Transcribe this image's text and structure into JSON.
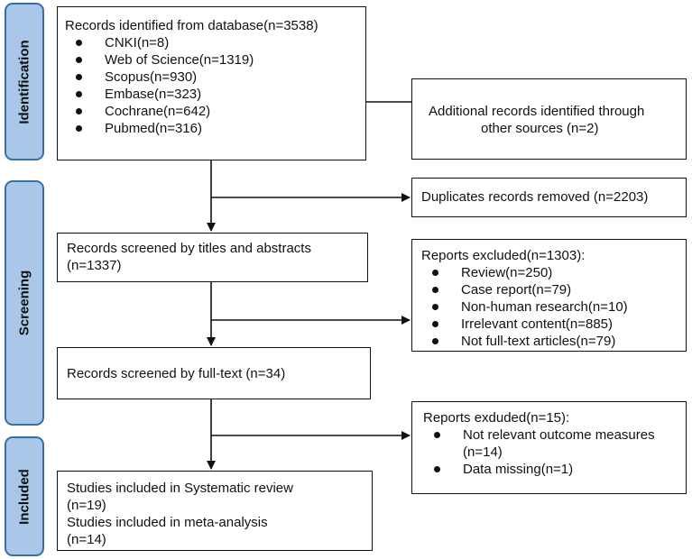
{
  "phases": {
    "identification": "Identification",
    "screening": "Screening",
    "included": "Included"
  },
  "boxes": {
    "records_identified": {
      "title": "Records identified from database(n=3538)",
      "items": [
        "CNKI(n=8)",
        "Web of Science(n=1319)",
        "Scopus(n=930)",
        "Embase(n=323)",
        "Cochrane(n=642)",
        "Pubmed(n=316)"
      ]
    },
    "additional_records": {
      "line1": "Additional records identified through",
      "line2": "other sources (n=2)"
    },
    "duplicates_removed": {
      "text": "Duplicates records removed (n=2203)"
    },
    "screened_titles": {
      "line1": "Records screened by titles and abstracts",
      "line2": "(n=1337)"
    },
    "reports_excluded": {
      "title": "Reports excluded(n=1303):",
      "items": [
        "Review(n=250)",
        "Case report(n=79)",
        "Non-human research(n=10)",
        "Irrelevant content(n=885)",
        "Not full-text articles(n=79)"
      ]
    },
    "screened_fulltext": {
      "text": "Records screened by full-text (n=34)"
    },
    "reports_exduded": {
      "title": "Reports exduded(n=15):",
      "item1_line1": "Not relevant outcome measures",
      "item1_line2": "(n=14)",
      "item2": "Data missing(n=1)"
    },
    "studies_included": {
      "line1": "Studies included in Systematic review",
      "line2": "(n=19)",
      "line3": "Studies included in meta-analysis",
      "line4": "(n=14)"
    }
  }
}
